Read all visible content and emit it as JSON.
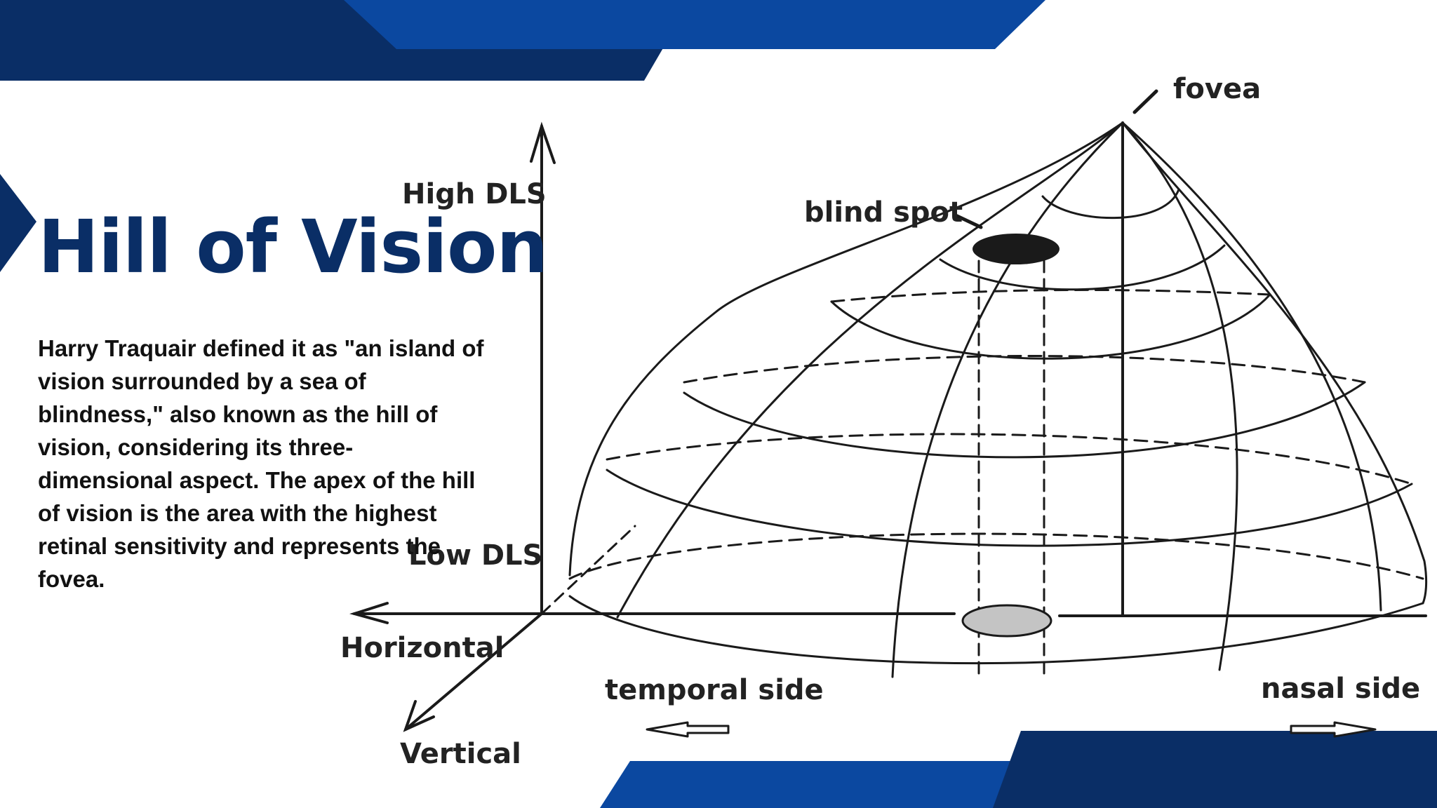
{
  "colors": {
    "dark_navy": "#0a2e66",
    "medium_blue": "#0b48a0",
    "title_color": "#0a2e66",
    "text_color": "#111111"
  },
  "title": "Hill of Vision",
  "description": "Harry Traquair defined it as \"an island of vision surrounded by a sea of blindness,\" also known as the hill of vision, considering its three-dimensional aspect. The apex of the hill of vision is the area with the highest retinal sensitivity and represents the fovea.",
  "diagram": {
    "labels": {
      "fovea": "fovea",
      "blind_spot": "blind spot",
      "high_dls": "High DLS",
      "low_dls": "Low DLS",
      "horizontal": "Horizontal",
      "vertical": "Vertical",
      "temporal_side": "temporal side",
      "nasal_side": "nasal side"
    }
  }
}
